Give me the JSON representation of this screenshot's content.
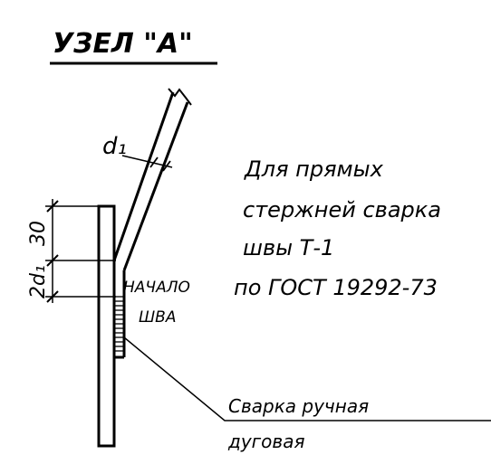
{
  "title": "УЗЕЛ \"А\"",
  "dimensions": {
    "d1_label": "d₁",
    "upper_length": "30",
    "lower_length": "2d₁"
  },
  "labels": {
    "weld_start_line1": "НАЧАЛО",
    "weld_start_line2": "ШВА",
    "note_lines": [
      "Для прямых",
      "стержней сварка",
      "швы Т-1",
      "по ГОСТ 19292-73"
    ],
    "welding_line1": "Сварка ручная",
    "welding_line2": "дуговая"
  },
  "colors": {
    "ink": "#000000",
    "background": "#ffffff"
  }
}
